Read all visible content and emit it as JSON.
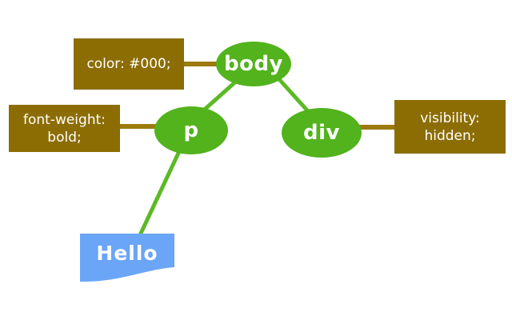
{
  "diagram": {
    "title": "dom-tree-with-style-rules",
    "nodes": {
      "body": {
        "label": "body"
      },
      "p": {
        "label": "p"
      },
      "div": {
        "label": "div"
      }
    },
    "rules": {
      "color": {
        "text": "color: #000;"
      },
      "font_weight": {
        "line1": "font-weight:",
        "line2": "bold;"
      },
      "visibility": {
        "line1": "visibility:",
        "line2": "hidden;"
      }
    },
    "text_node": {
      "label": "Hello"
    }
  },
  "colors": {
    "node_green": "#52b31c",
    "edge_green": "#5cba25",
    "rule_olive": "#8c6d04",
    "edge_olive": "#9c7b0c",
    "flag_blue": "#6ba5f7",
    "text_white": "#ffffff",
    "background": "#ffffff"
  }
}
